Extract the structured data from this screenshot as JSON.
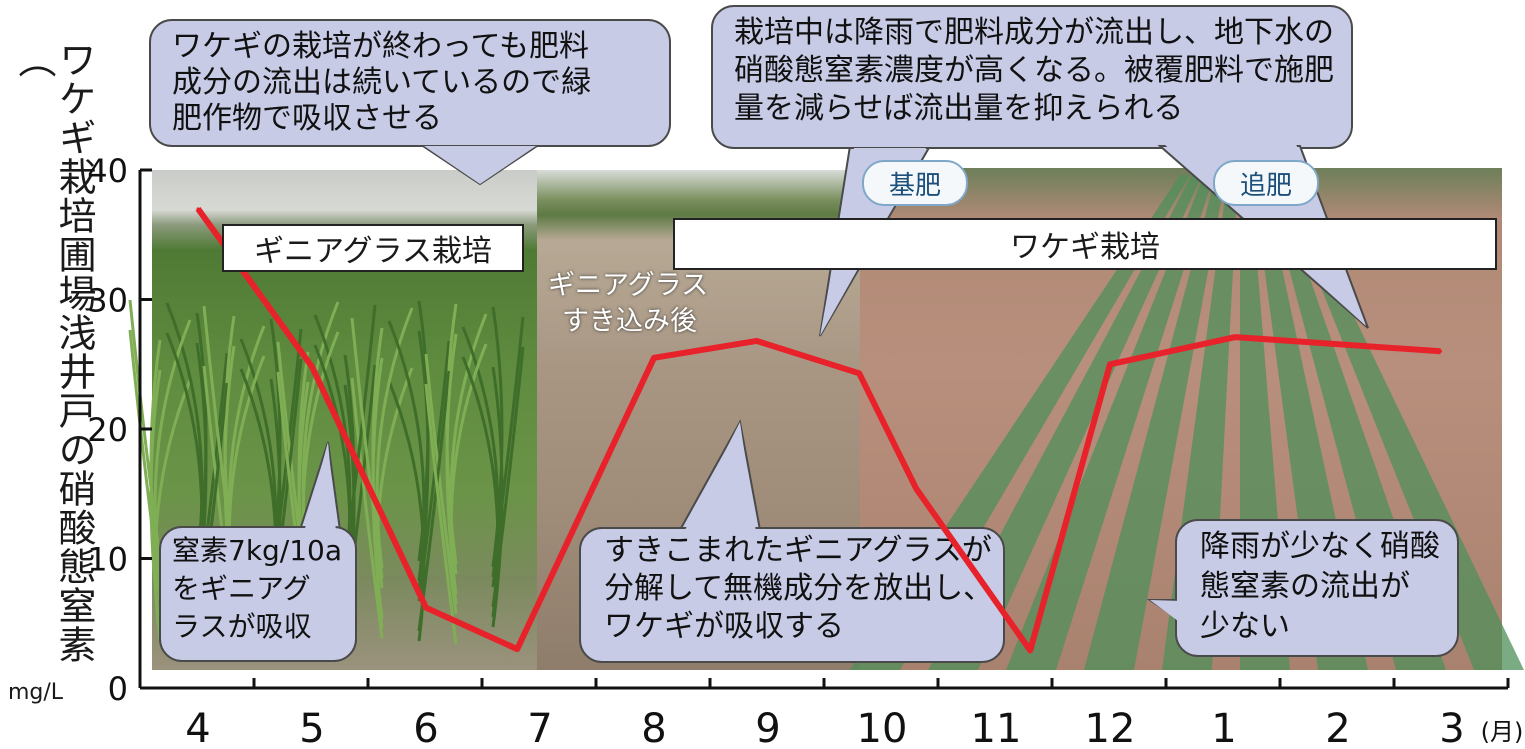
{
  "chart_data": {
    "type": "line",
    "title": "",
    "ylabel": "ワケギ栽培圃場浅井戸の硝酸態窒素（",
    "yunit": "mg/L",
    "xlabel": "",
    "x_unit": "(月)",
    "categories": [
      "4",
      "5",
      "6",
      "7",
      "8",
      "9",
      "10",
      "11",
      "12",
      "1",
      "2",
      "3"
    ],
    "x_positions": [
      4,
      5,
      6,
      7,
      8,
      9,
      10,
      11,
      12,
      13,
      14,
      15
    ],
    "x_sample": [
      4.0,
      5.0,
      6.0,
      6.8,
      8.0,
      8.9,
      9.8,
      10.3,
      11.3,
      12.0,
      13.1,
      14.9
    ],
    "series": [
      {
        "name": "",
        "color": "#e8222a",
        "values": [
          37.0,
          24.8,
          6.2,
          3.0,
          25.5,
          26.8,
          24.3,
          15.4,
          2.9,
          25.0,
          27.1,
          26.0
        ]
      }
    ],
    "ylim": [
      0,
      40
    ],
    "yticks": [
      0,
      10,
      20,
      30,
      40
    ],
    "grid": false,
    "legend": "none"
  },
  "labels": {
    "guinea_box": "ギニアグラス栽培",
    "wakegi_box": "ワケギ栽培",
    "after_plowing_1": "ギニアグラス",
    "after_plowing_2": "すき込み後",
    "basal": "基肥",
    "topdress": "追肥"
  },
  "callouts": {
    "top_left": [
      "ワケギの栽培が終わっても肥料",
      "成分の流出は続いているので緑",
      "肥作物で吸収させる"
    ],
    "top_right": [
      "栽培中は降雨で肥料成分が流出し、地下水の",
      "硝酸態窒素濃度が高くなる。被覆肥料で施肥",
      "量を減らせば流出量を抑えられる"
    ],
    "nitrogen": [
      "窒素7kg/10a",
      "をギニアグ",
      "ラスが吸収"
    ],
    "decompose": [
      "すきこまれたギニアグラスが",
      "分解して無機成分を放出し、",
      "ワケギが吸収する"
    ],
    "low_rain": [
      "降雨が少なく硝酸",
      "態窒素の流出が",
      "少ない"
    ]
  },
  "colors": {
    "line": "#e8222a",
    "callout_fill": "#c7cbe6",
    "callout_stroke": "#4a4a4a"
  }
}
